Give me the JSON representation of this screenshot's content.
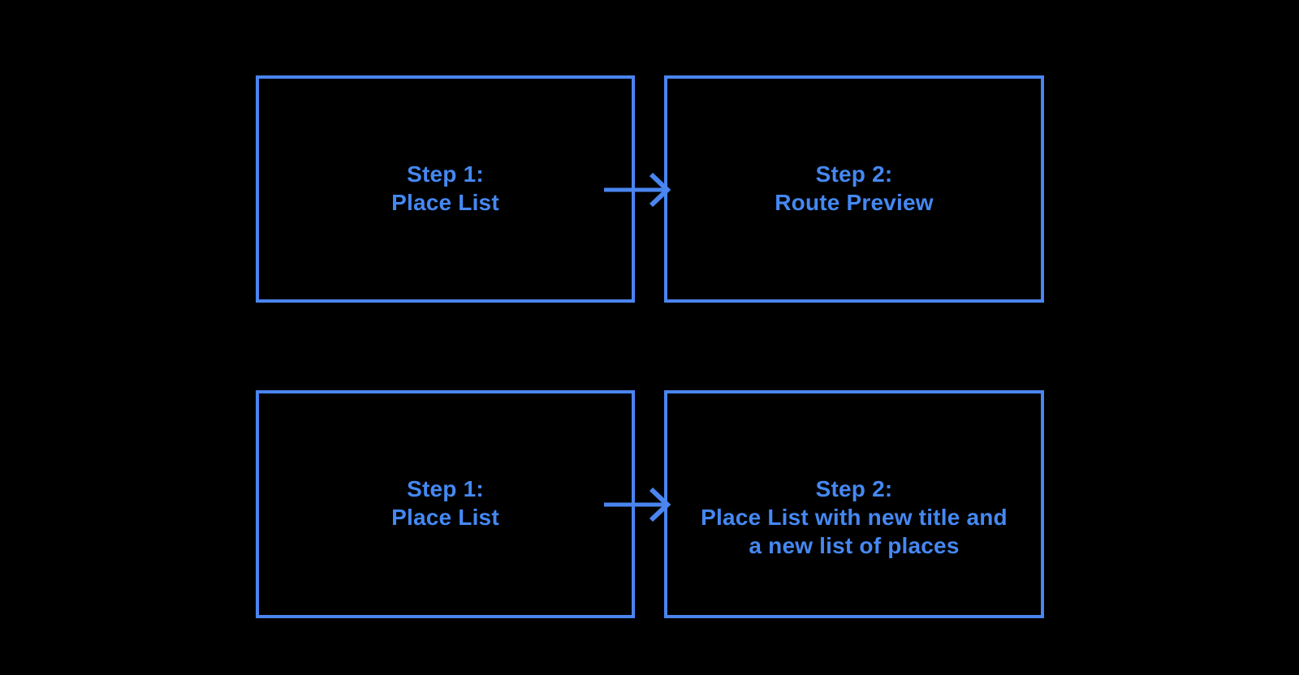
{
  "canvas": {
    "background": "#000000"
  },
  "colors": {
    "node_border": "#4A85F0",
    "node_text": "#4588F2",
    "arrow": "#4A85F0"
  },
  "diagram": {
    "type": "flow",
    "rows": [
      {
        "source": {
          "lines": [
            "Step 1:",
            "Place List"
          ]
        },
        "connector": "arrow-right",
        "target": {
          "lines": [
            "Step 2:",
            "Route Preview"
          ]
        }
      },
      {
        "source": {
          "lines": [
            "Step 1:",
            "Place List"
          ]
        },
        "connector": "arrow-right",
        "target": {
          "lines": [
            "Step 2:",
            "Place List with new title and",
            "a new list of places"
          ]
        }
      }
    ]
  }
}
